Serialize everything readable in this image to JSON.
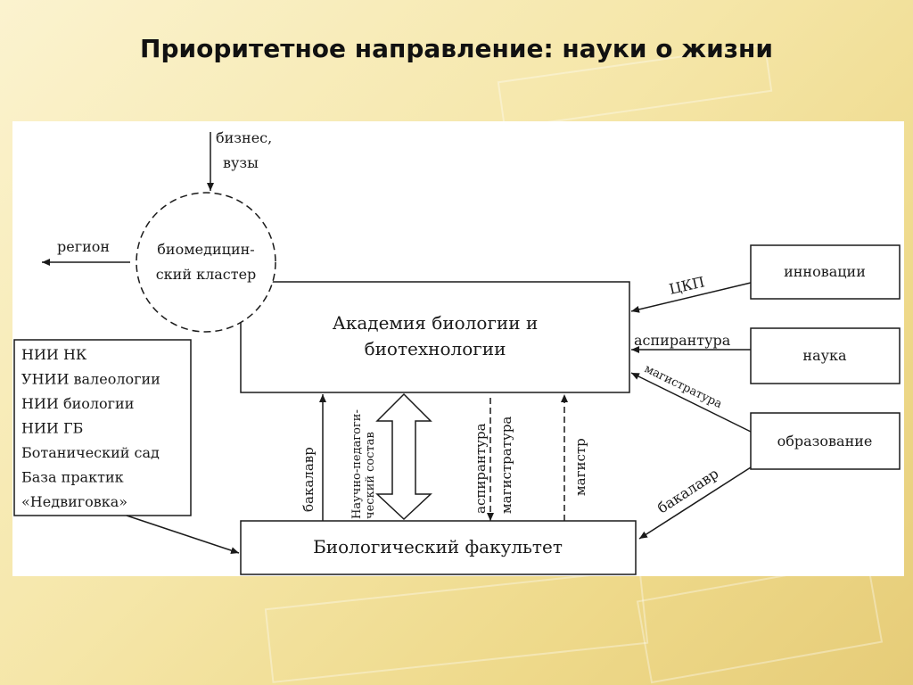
{
  "title": "Приоритетное направление: науки о жизни",
  "diagram": {
    "cluster_line1": "биомедицин-",
    "cluster_line2": "ский кластер",
    "business_line1": "бизнес,",
    "business_line2": "вузы",
    "region": "регион",
    "academy_line1": "Академия биологии и",
    "academy_line2": "биотехнологии",
    "faculty": "Биологический факультет",
    "innovations": "инновации",
    "science": "наука",
    "education": "образование",
    "ckp": "ЦКП",
    "aspirantura_right": "аспирантура",
    "magistratura_right": "магистратура",
    "bakalavr_right": "бакалавр",
    "bakalavr_vertical": "бакалавр",
    "staff_line1": "Научно-педагоги-",
    "staff_line2": "ческий состав",
    "aspirantura_vertical": "аспирантура",
    "magistratura_vertical": "магистратура",
    "magistr_vertical": "магистр",
    "institutes": [
      "НИИ НК",
      "УНИИ валеологии",
      "НИИ биологии",
      "НИИ ГБ",
      "Ботанический сад",
      "База практик",
      "«Недвиговка»"
    ]
  }
}
